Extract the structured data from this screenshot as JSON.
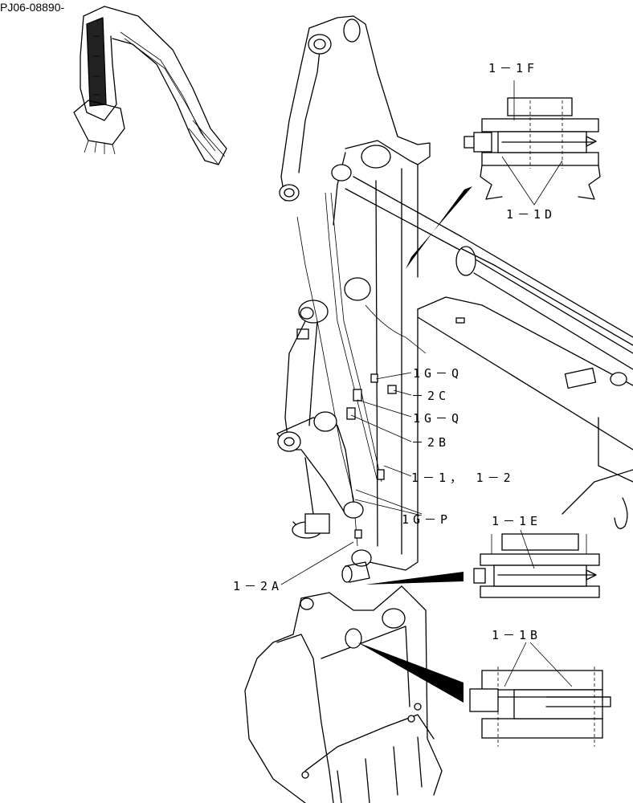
{
  "diagram": {
    "part_code": "PJ06-08890-",
    "labels": {
      "detail_1_1F": "1－1F",
      "detail_1_1D": "1－1D",
      "detail_1_1E": "1－1E",
      "detail_1_1B": "1－1B",
      "callout_1G_Q_upper": "1G－Q",
      "callout_2C": "－2C",
      "callout_1G_Q_lower": "1G－Q",
      "callout_2B": "－2B",
      "callout_1_1_1_2": "1－1，　1－2",
      "callout_1G_P": "1G－P",
      "callout_1_2A": "1－2A"
    }
  }
}
